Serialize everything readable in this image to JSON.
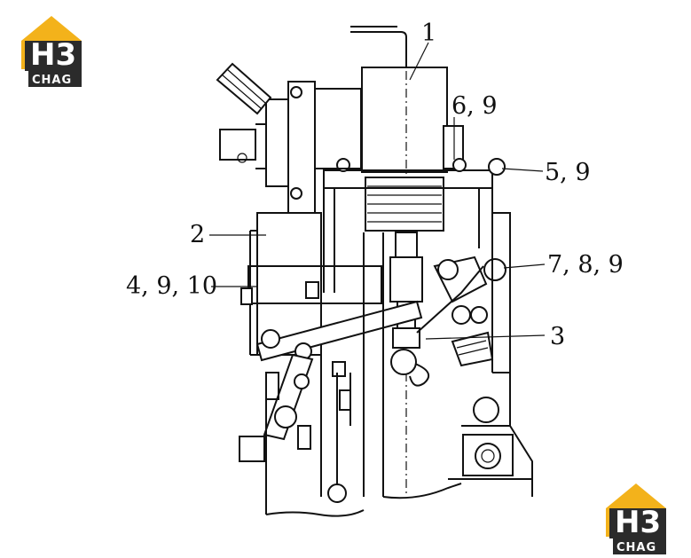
{
  "logo": {
    "top_text": "H3",
    "bottom_text": "CHAG",
    "colors": {
      "gold": "#F3B21B",
      "dark": "#2B2B2B",
      "white": "#FFFFFF"
    }
  },
  "callouts": {
    "c1": "1",
    "c69": "6, 9",
    "c59": "5, 9",
    "c2": "2",
    "c789": "7, 8, 9",
    "c4910": "4, 9, 10",
    "c3": "3"
  }
}
